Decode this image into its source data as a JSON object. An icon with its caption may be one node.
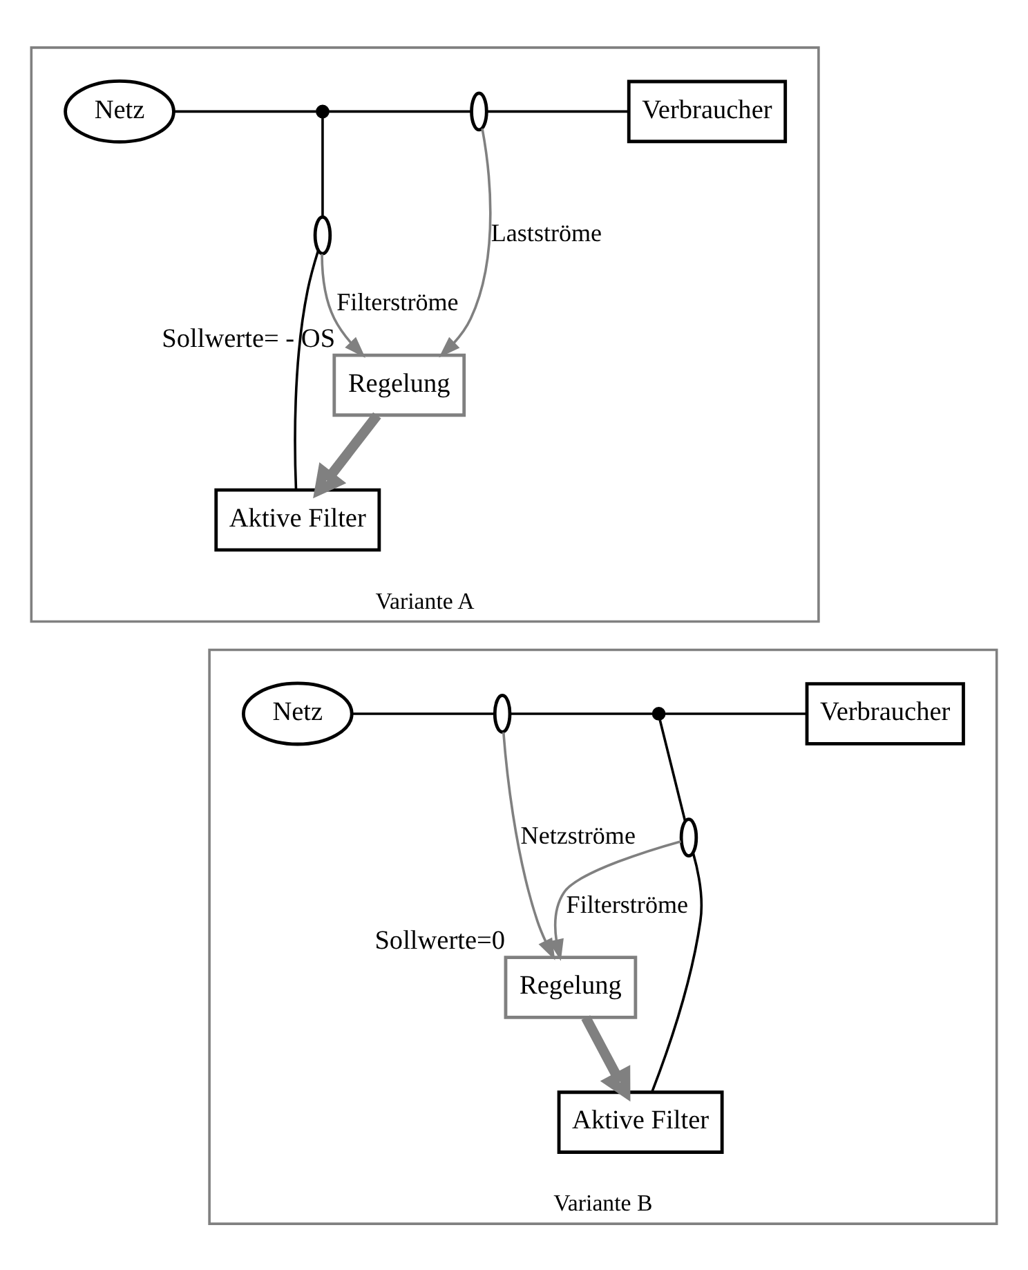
{
  "diagram": {
    "nodes": [
      {
        "text": [
          "Variante A"
        ]
      },
      {
        "text": [
          "Netz"
        ],
        "in": 0
      },
      {
        "text": [],
        "shape": "circle",
        "in": 0
      },
      {
        "text": [],
        "shape": "ellipse",
        "in": 0
      },
      {
        "text": [
          "Verbraucher"
        ],
        "in": 0
      },
      {
        "text": [
          "Regelung"
        ],
        "in": 0,
        "beside": [
          "Sollwerte= - OS"
        ]
      },
      {
        "text": [],
        "shape": "ellipse",
        "in": 0
      },
      {
        "text": [
          "Aktive Filter"
        ],
        "in": 0
      },
      {
        "text": [
          "Variante B"
        ]
      },
      {
        "text": [
          "Netz"
        ],
        "in": 8
      },
      {
        "text": [],
        "shape": "ellipse",
        "in": 8
      },
      {
        "text": [],
        "shape": "circle",
        "in": 8
      },
      {
        "text": [
          "Verbraucher"
        ],
        "in": 8
      },
      {
        "text": [
          "Regelung"
        ],
        "in": 8,
        "beside": [
          "Sollwerte=0"
        ]
      },
      {
        "text": [],
        "shape": "ellipse",
        "in": 8
      },
      {
        "text": [
          "Aktive Filter"
        ],
        "in": 8
      }
    ],
    "edges": [
      {
        "from": 1,
        "to": 2,
        "arrow": "none"
      },
      {
        "from": 2,
        "to": 3,
        "arrow": "none"
      },
      {
        "from": 3,
        "to": 4,
        "arrow": "none"
      },
      {
        "from": 2,
        "to": 6,
        "arrow": "none"
      },
      {
        "from": 6,
        "to": 7,
        "arrow": "none"
      },
      {
        "from": 3,
        "to": 5,
        "arrow": "to",
        "label": "Lastströme",
        "color": "#808080"
      },
      {
        "from": 6,
        "to": 5,
        "arrow": "to",
        "label": "Filterströme",
        "color": "#808080"
      },
      {
        "from": 5,
        "to": 7,
        "arrow": "to",
        "style": "thick",
        "color": "#808080"
      },
      {
        "from": 9,
        "to": 10,
        "arrow": "none"
      },
      {
        "from": 10,
        "to": 11,
        "arrow": "none"
      },
      {
        "from": 11,
        "to": 12,
        "arrow": "none"
      },
      {
        "from": 11,
        "to": 14,
        "arrow": "none"
      },
      {
        "from": 14,
        "to": 15,
        "arrow": "none"
      },
      {
        "from": 10,
        "to": 13,
        "arrow": "to",
        "label": "Netzströme",
        "color": "#808080"
      },
      {
        "from": 14,
        "to": 13,
        "arrow": "to",
        "label": "Filterströme",
        "color": "#808080"
      },
      {
        "from": 13,
        "to": 15,
        "arrow": "to",
        "style": "thick",
        "color": "#808080"
      }
    ]
  }
}
